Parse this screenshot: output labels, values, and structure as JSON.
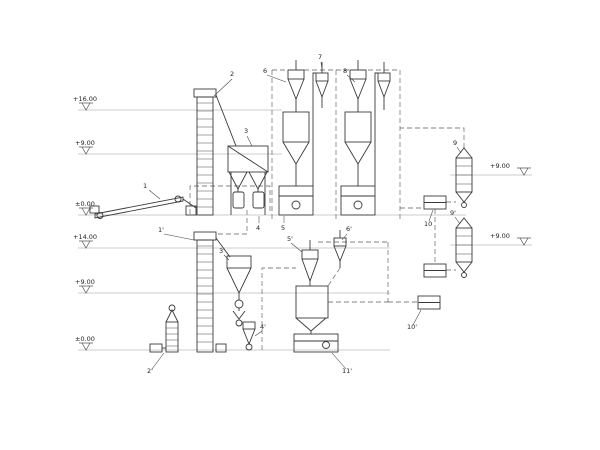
{
  "diagram": {
    "elevation_markers": [
      {
        "label": "+16.00"
      },
      {
        "label": "+9.00"
      },
      {
        "label": "±0.00"
      },
      {
        "label": "+14.00"
      },
      {
        "label": "+9.00"
      },
      {
        "label": "±0.00"
      },
      {
        "label": "+9.00"
      },
      {
        "label": "+9.00"
      }
    ],
    "item_labels": [
      {
        "text": "1"
      },
      {
        "text": "2"
      },
      {
        "text": "3"
      },
      {
        "text": "4"
      },
      {
        "text": "5"
      },
      {
        "text": "6"
      },
      {
        "text": "7"
      },
      {
        "text": "8"
      },
      {
        "text": "9"
      },
      {
        "text": "9'"
      },
      {
        "text": "10"
      },
      {
        "text": "10'"
      },
      {
        "text": "1'"
      },
      {
        "text": "2'"
      },
      {
        "text": "3'"
      },
      {
        "text": "4'"
      },
      {
        "text": "5'"
      },
      {
        "text": "6'"
      },
      {
        "text": "11'"
      }
    ]
  }
}
